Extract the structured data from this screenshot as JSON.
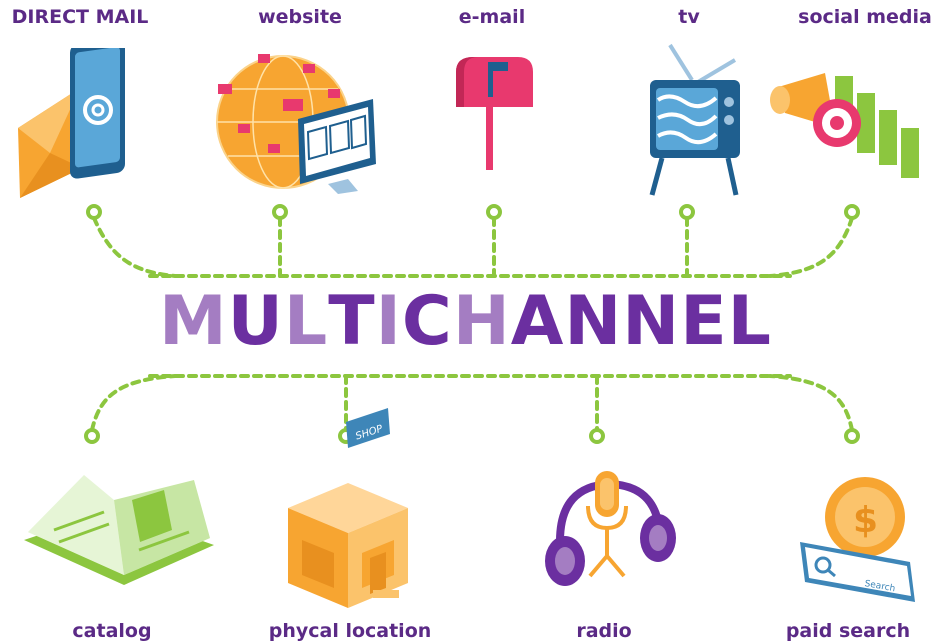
{
  "title": {
    "letters": [
      "M",
      "U",
      "L",
      "T",
      "I",
      "C",
      "H",
      "A",
      "N",
      "N",
      "E",
      "L"
    ],
    "colors": [
      "#a47dc2",
      "#6b2fa0",
      "#a47dc2",
      "#6b2fa0",
      "#a47dc2",
      "#6b2fa0",
      "#a47dc2",
      "#6b2fa0",
      "#6b2fa0",
      "#6b2fa0",
      "#6b2fa0",
      "#6b2fa0"
    ]
  },
  "channels_top": [
    {
      "label": "DIRECT MAIL",
      "icon": "envelope-phone-icon"
    },
    {
      "label": "website",
      "icon": "globe-monitor-icon"
    },
    {
      "label": "e-mail",
      "icon": "mailbox-icon"
    },
    {
      "label": "tv",
      "icon": "tv-icon"
    },
    {
      "label": "social media",
      "icon": "megaphone-chart-icon"
    }
  ],
  "channels_bottom": [
    {
      "label": "catalog",
      "icon": "open-book-icon"
    },
    {
      "label": "phycal location",
      "icon": "shop-building-icon"
    },
    {
      "label": "radio",
      "icon": "microphone-headphones-icon"
    },
    {
      "label": "paid search",
      "icon": "search-coin-icon"
    }
  ],
  "shop_sign": "SHOP",
  "search_text": "Search",
  "colors": {
    "connector": "#8cc63f",
    "label": "#5b2a86",
    "orange": "#f7a531",
    "blue": "#3e86b8",
    "pink": "#e8396e",
    "green": "#8cc63f",
    "purple": "#6b2fa0"
  }
}
